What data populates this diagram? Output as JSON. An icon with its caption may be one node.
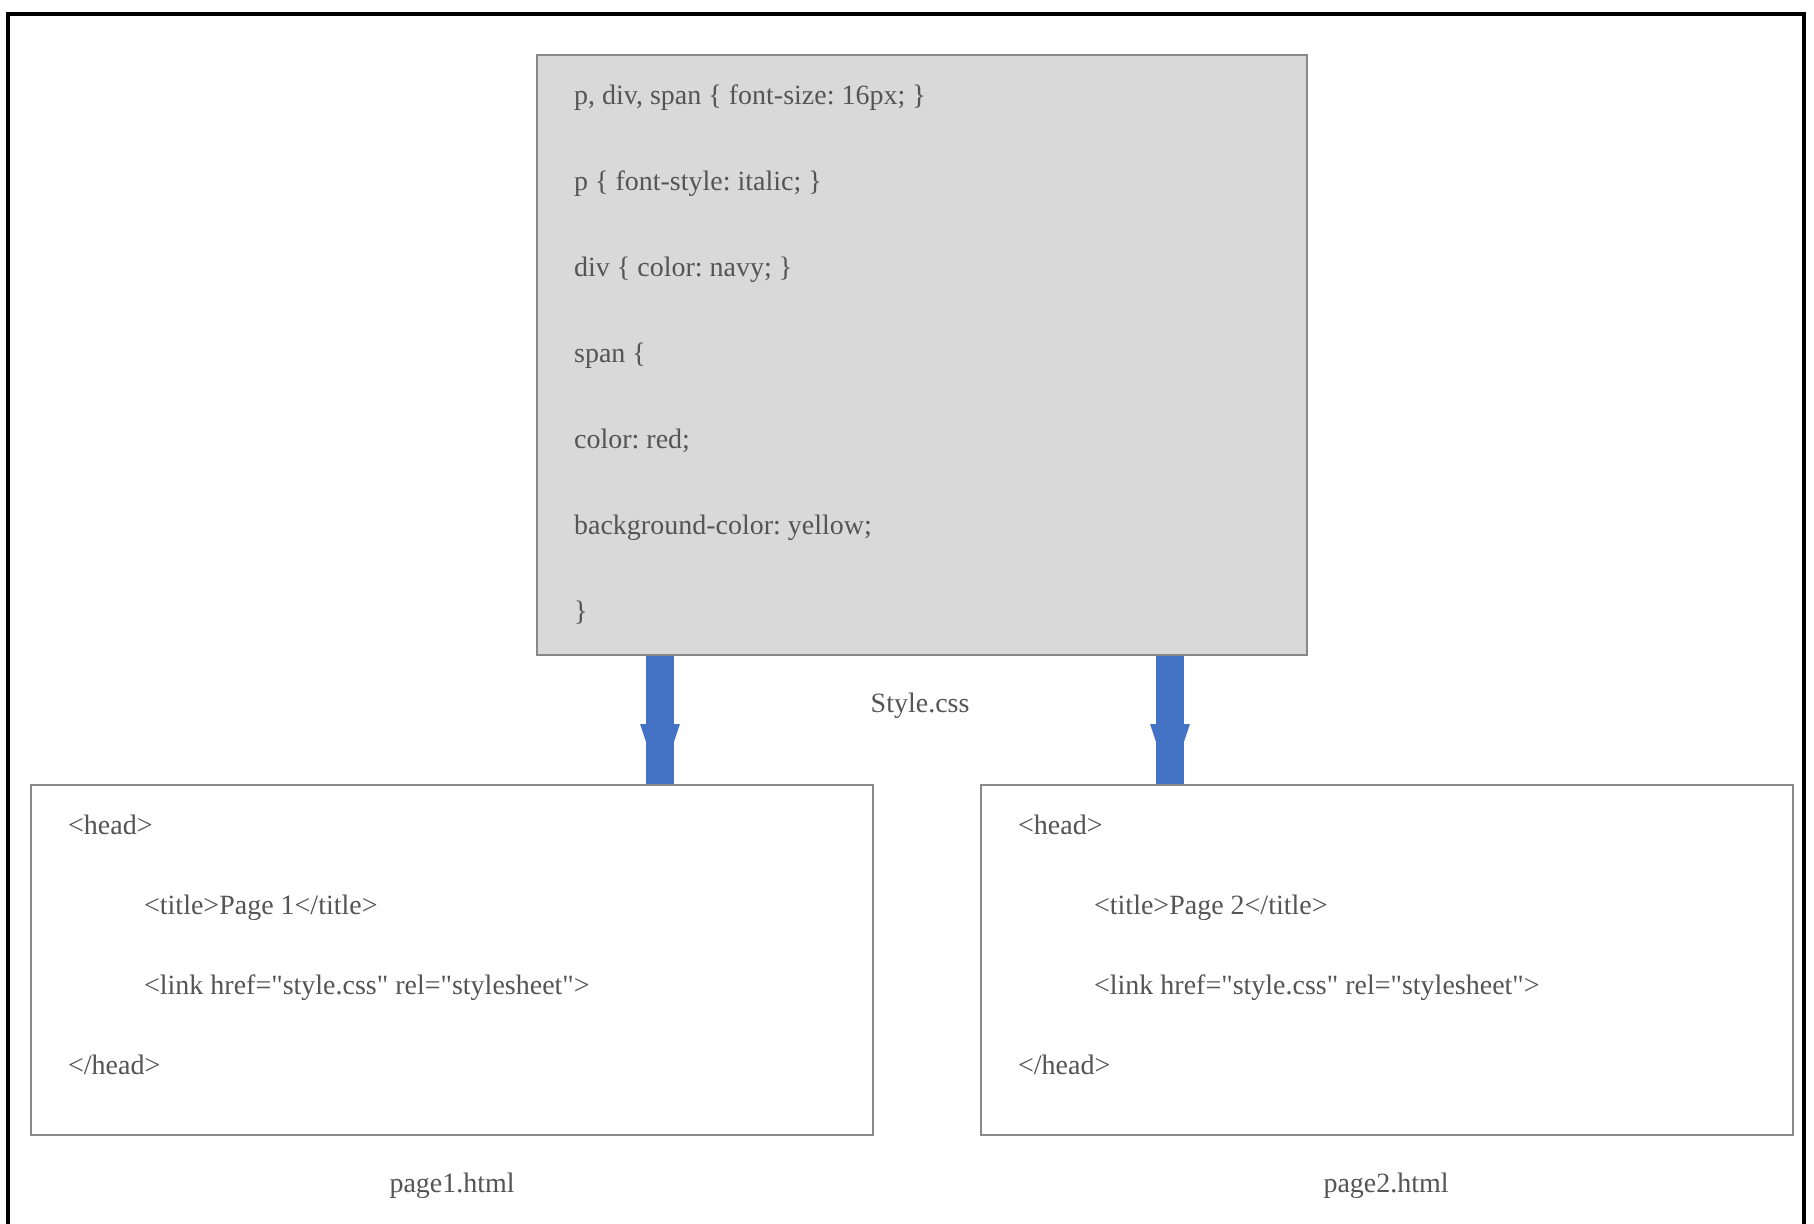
{
  "diagram": {
    "nodes": [
      {
        "text": [
          "p, div, span { font-size: 16px; }",
          "p { font-style: italic; }",
          "div { color: navy; }",
          "span {",
          "color: red;",
          "background-color: yellow;",
          "}"
        ],
        "beside": [
          "Style.css"
        ]
      },
      {
        "text": [
          "<head>",
          "<title>Page 1</title>",
          "<link href=\"style.css\" rel=\"stylesheet\">",
          "</head>"
        ],
        "beside": [
          "page1.html"
        ]
      },
      {
        "text": [
          "<head>",
          "<title>Page 2</title>",
          "<link href=\"style.css\" rel=\"stylesheet\">",
          "</head>"
        ],
        "beside": [
          "page2.html"
        ]
      }
    ],
    "edges": [
      {
        "from": 0,
        "to": 1,
        "arrow": "to"
      },
      {
        "from": 0,
        "to": 2,
        "arrow": "to"
      }
    ]
  }
}
